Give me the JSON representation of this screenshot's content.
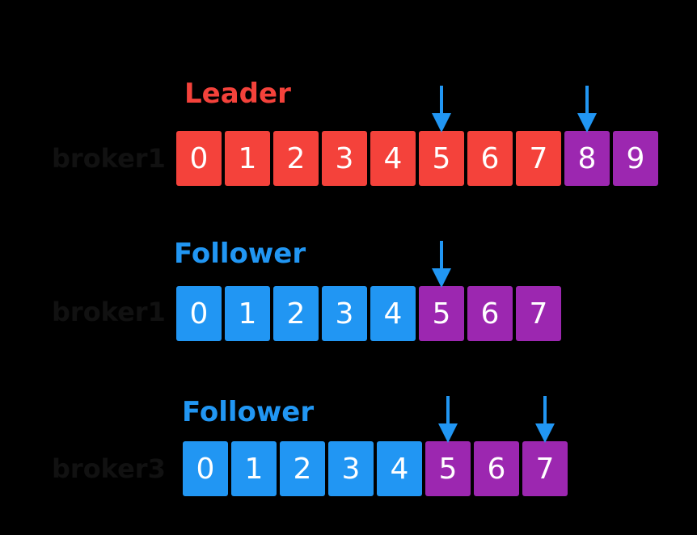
{
  "colors": {
    "background": "#000000",
    "leader_accent": "#f4423b",
    "follower_accent": "#2196f3",
    "highlight": "#9c27b0",
    "arrow": "#2196f3",
    "label": "#111111"
  },
  "groups": [
    {
      "role": "Leader",
      "broker": "broker1",
      "cells": [
        {
          "value": "0",
          "color": "red"
        },
        {
          "value": "1",
          "color": "red"
        },
        {
          "value": "2",
          "color": "red"
        },
        {
          "value": "3",
          "color": "red"
        },
        {
          "value": "4",
          "color": "red"
        },
        {
          "value": "5",
          "color": "red"
        },
        {
          "value": "6",
          "color": "red"
        },
        {
          "value": "7",
          "color": "red"
        },
        {
          "value": "8",
          "color": "purple"
        },
        {
          "value": "9",
          "color": "purple"
        }
      ],
      "arrows_at": [
        "5",
        "8"
      ]
    },
    {
      "role": "Follower",
      "broker": "broker1",
      "cells": [
        {
          "value": "0",
          "color": "blue"
        },
        {
          "value": "1",
          "color": "blue"
        },
        {
          "value": "2",
          "color": "blue"
        },
        {
          "value": "3",
          "color": "blue"
        },
        {
          "value": "4",
          "color": "blue"
        },
        {
          "value": "5",
          "color": "purple"
        },
        {
          "value": "6",
          "color": "purple"
        },
        {
          "value": "7",
          "color": "purple"
        }
      ],
      "arrows_at": [
        "5"
      ]
    },
    {
      "role": "Follower",
      "broker": "broker3",
      "cells": [
        {
          "value": "0",
          "color": "blue"
        },
        {
          "value": "1",
          "color": "blue"
        },
        {
          "value": "2",
          "color": "blue"
        },
        {
          "value": "3",
          "color": "blue"
        },
        {
          "value": "4",
          "color": "blue"
        },
        {
          "value": "5",
          "color": "purple"
        },
        {
          "value": "6",
          "color": "purple"
        },
        {
          "value": "7",
          "color": "purple"
        }
      ],
      "arrows_at": [
        "5",
        "7"
      ]
    }
  ]
}
